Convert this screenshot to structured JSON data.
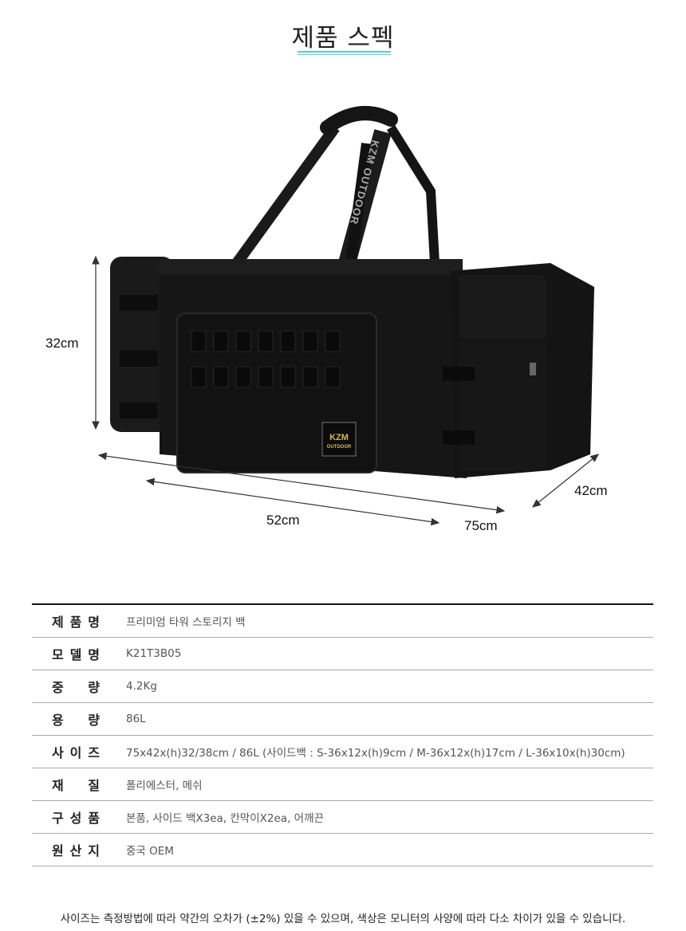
{
  "header": {
    "title": "제품 스펙",
    "underline_color": "#4fd1d9"
  },
  "product_image": {
    "alt": "KZM OUTDOOR black tower storage bag",
    "brand_text": "KZM OUTDOOR",
    "patch_text": "KZM OUTDOOR",
    "dimensions": {
      "height": "32cm",
      "length_front": "52cm",
      "length_total": "75cm",
      "depth": "42cm"
    }
  },
  "specs": [
    {
      "label": [
        "제",
        "품",
        "명"
      ],
      "value": "프리미엄 타워 스토리지 백"
    },
    {
      "label": [
        "모",
        "델",
        "명"
      ],
      "value": "K21T3B05"
    },
    {
      "label": [
        "중",
        "량"
      ],
      "value": "4.2Kg"
    },
    {
      "label": [
        "용",
        "량"
      ],
      "value": "86L"
    },
    {
      "label": [
        "사",
        "이",
        "즈"
      ],
      "value": "75x42x(h)32/38cm / 86L (사이드백 : S-36x12x(h)9cm / M-36x12x(h)17cm / L-36x10x(h)30cm)"
    },
    {
      "label": [
        "재",
        "질"
      ],
      "value": "폴리에스터, 메쉬"
    },
    {
      "label": [
        "구",
        "성",
        "품"
      ],
      "value": "본품, 사이드 백X3ea, 칸막이X2ea, 어깨끈"
    },
    {
      "label": [
        "원",
        "산",
        "지"
      ],
      "value": "중국 OEM"
    }
  ],
  "footnote": "사이즈는 측정방법에 따라 약간의 오차가 (±2%) 있을 수 있으며, 색상은 모니터의 사양에 따라 다소 차이가 있을 수 있습니다."
}
